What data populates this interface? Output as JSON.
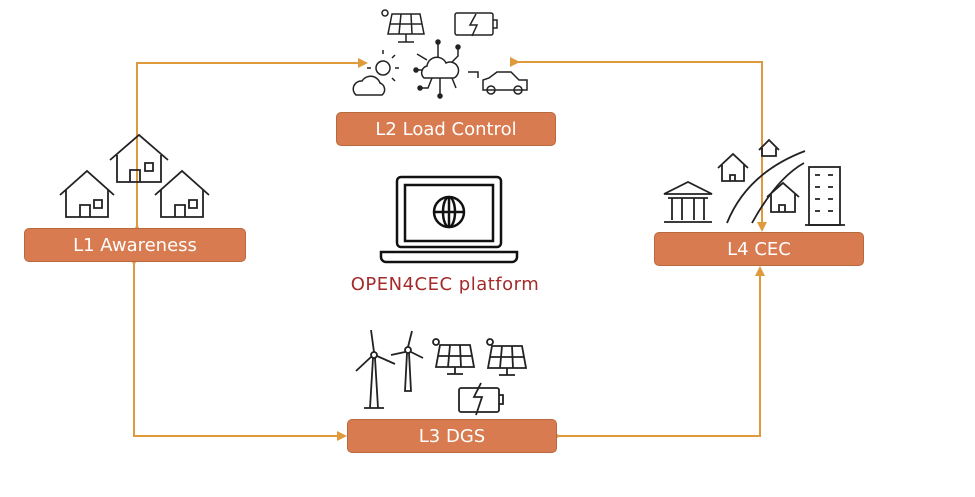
{
  "nodes": {
    "l1": "L1 Awareness",
    "l2": "L2 Load Control",
    "l3": "L3 DGS",
    "l4": "L4 CEC"
  },
  "platform": "OPEN4CEC platform",
  "colors": {
    "box": "#D97B50",
    "arrow": "#E09A3E",
    "platform_text": "#A52A2A"
  }
}
